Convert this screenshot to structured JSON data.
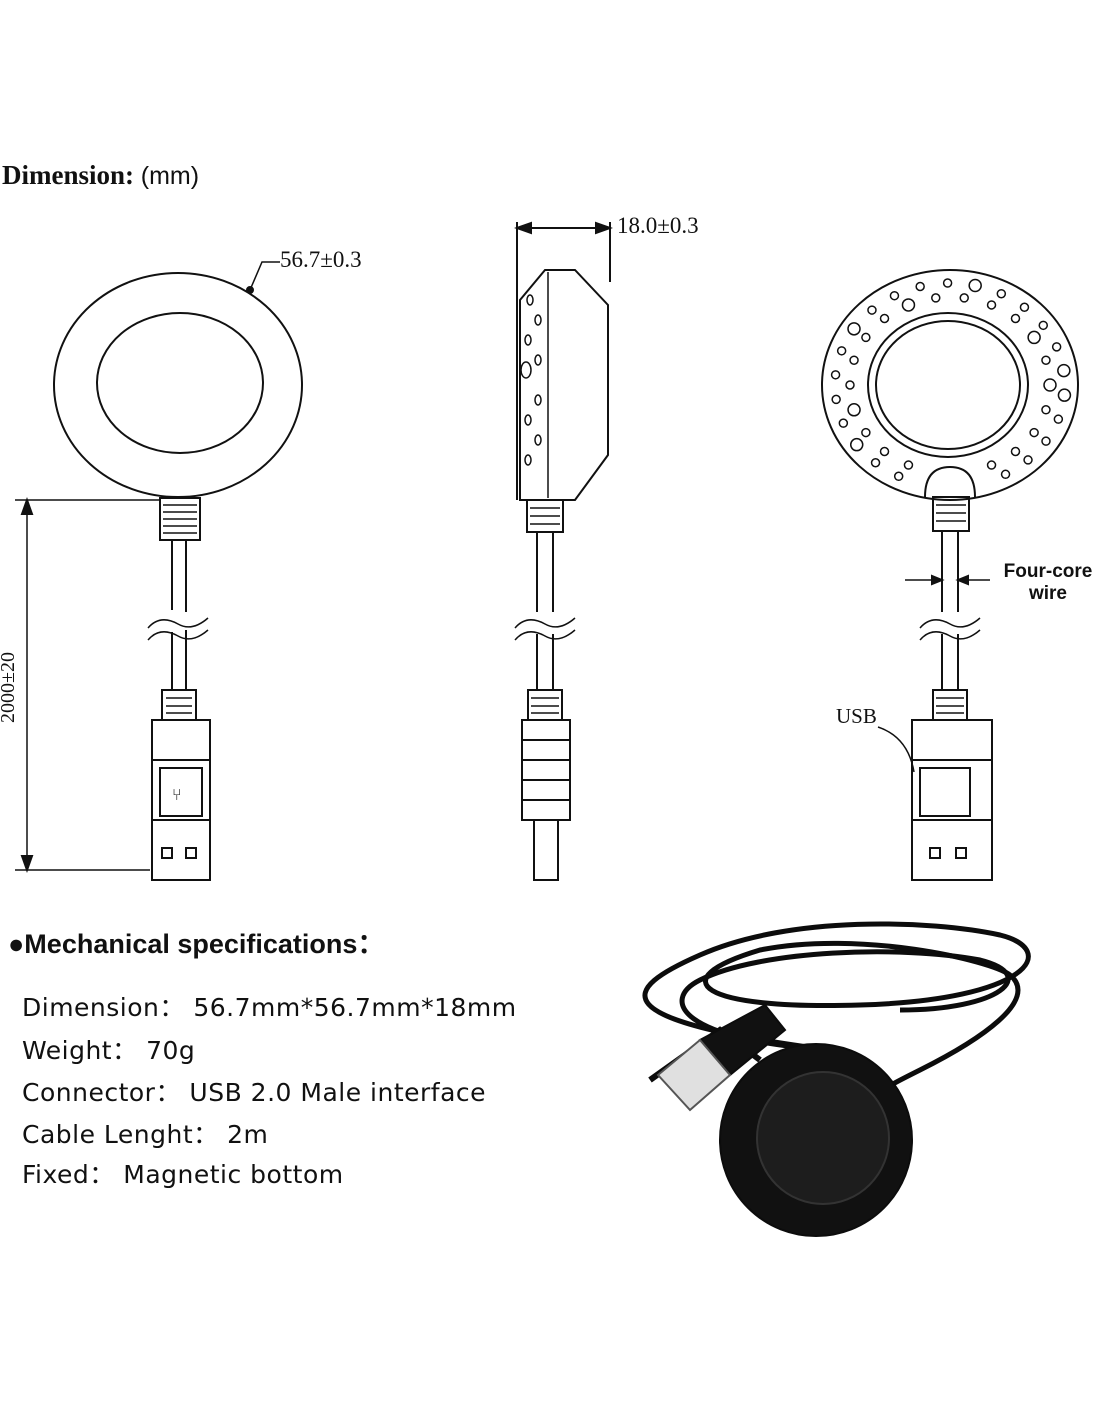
{
  "dimension_heading": {
    "label": "Dimension:",
    "unit": "(mm)"
  },
  "drawing_labels": {
    "diameter": "56.7±0.3",
    "thickness": "18.0±0.3",
    "cable_length": "2000±20",
    "wire_line1": "Four-core",
    "wire_line2": "wire",
    "usb": "USB"
  },
  "mechanical": {
    "title": "●Mechanical specifications：",
    "specs": [
      {
        "key": "Dimension：",
        "value": "56.7mm*56.7mm*18mm"
      },
      {
        "key": "Weight：",
        "value": "70g"
      },
      {
        "key": "Connector：",
        "value": "USB 2.0 Male interface"
      },
      {
        "key": "Cable Lenght：",
        "value": "2m"
      },
      {
        "key": "Fixed：",
        "value": "Magnetic bottom"
      }
    ]
  }
}
